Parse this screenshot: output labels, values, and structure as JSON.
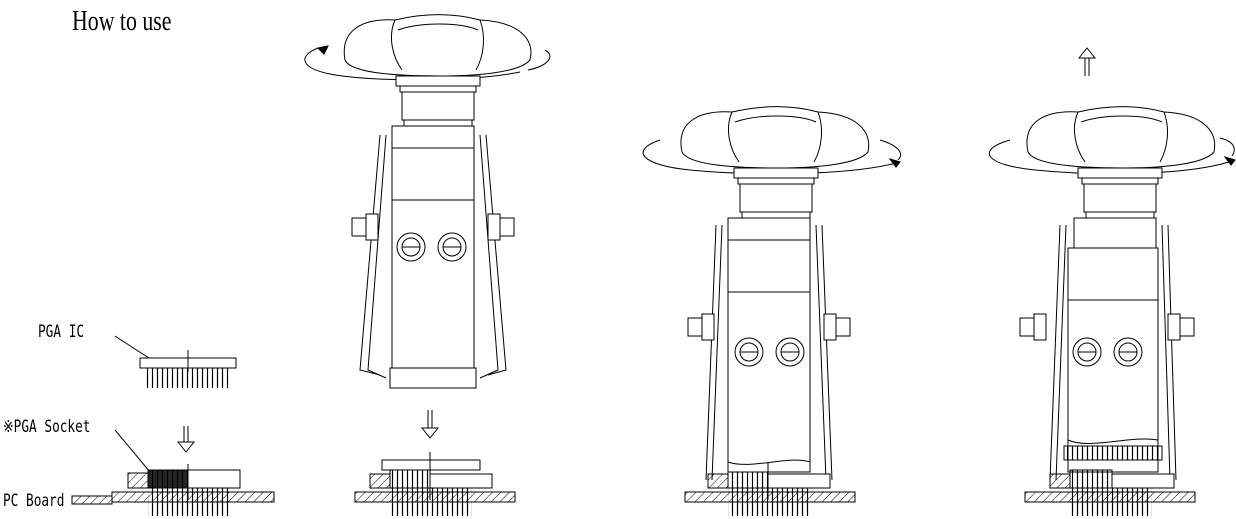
{
  "title": "How to use",
  "labels": {
    "pga_ic": "PGA IC",
    "pga_socket": "※PGA Socket",
    "pc_board": "PC Board"
  },
  "colors": {
    "line": "#000000",
    "background": "#ffffff"
  }
}
